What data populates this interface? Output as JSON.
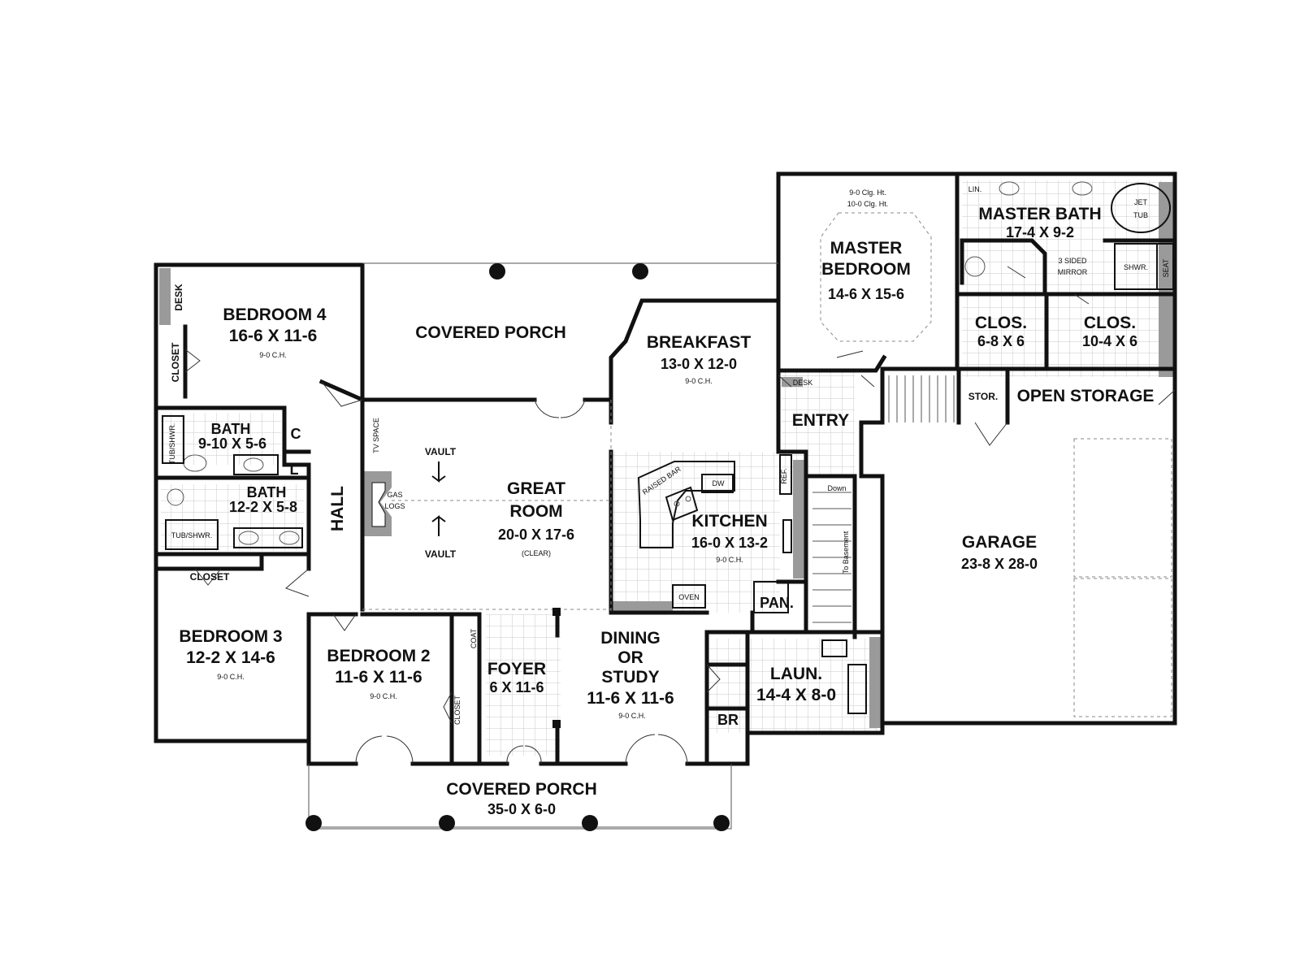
{
  "rooms": {
    "bedroom4": {
      "name": "BEDROOM 4",
      "size": "16-6 X 11-6",
      "note": "9-0 C.H."
    },
    "covered_porch_rear": {
      "name": "COVERED PORCH"
    },
    "breakfast": {
      "name": "BREAKFAST",
      "size": "13-0 X 12-0",
      "note": "9-0 C.H."
    },
    "master_bedroom": {
      "name_line1": "MASTER",
      "name_line2": "BEDROOM",
      "size": "14-6 X 15-6",
      "ceiling1": "9-0 Clg. Ht.",
      "ceiling2": "10-0 Clg. Ht."
    },
    "master_bath": {
      "name": "MASTER BATH",
      "size": "17-4 X 9-2",
      "lin": "LIN.",
      "jet_tub1": "JET",
      "jet_tub2": "TUB",
      "mirror1": "3 SIDED",
      "mirror2": "MIRROR",
      "shwr": "SHWR.",
      "seat": "SEAT"
    },
    "clos1": {
      "name": "CLOS.",
      "size": "6-8 X 6"
    },
    "clos2": {
      "name": "CLOS.",
      "size": "10-4 X 6"
    },
    "bath1": {
      "name": "BATH",
      "size": "9-10 X 5-6",
      "tub": "TUB/SHWR."
    },
    "bath2": {
      "name": "BATH",
      "size": "12-2 X 5-8",
      "tub": "TUB/SHWR."
    },
    "great_room": {
      "name_line1": "GREAT",
      "name_line2": "ROOM",
      "size": "20-0 X 17-6",
      "note": "(CLEAR)",
      "vault_top": "VAULT",
      "vault_bottom": "VAULT",
      "tv": "TV SPACE",
      "gas1": "GAS",
      "gas2": "LOGS"
    },
    "kitchen": {
      "name": "KITCHEN",
      "size": "16-0 X 13-2",
      "note": "9-0 C.H.",
      "raised_bar": "RAISED BAR",
      "dw": "DW",
      "ref": "REF.",
      "oven": "OVEN",
      "pan": "PAN."
    },
    "entry": {
      "name": "ENTRY",
      "desk": "DESK"
    },
    "stor": {
      "name": "STOR."
    },
    "open_storage": {
      "name": "OPEN STORAGE"
    },
    "garage": {
      "name": "GARAGE",
      "size": "23-8 X 28-0"
    },
    "stairs": {
      "down": "Down",
      "basement": "To Basement"
    },
    "hall": {
      "name": "HALL"
    },
    "bedroom3": {
      "name": "BEDROOM 3",
      "size": "12-2 X 14-6",
      "note": "9-0 C.H.",
      "closet": "CLOSET"
    },
    "bedroom2": {
      "name": "BEDROOM 2",
      "size": "11-6 X 11-6",
      "note": "9-0 C.H.",
      "closet": "CLOSET"
    },
    "foyer": {
      "name": "FOYER",
      "size": "6 X 11-6",
      "coat": "COAT"
    },
    "dining": {
      "line1": "DINING",
      "line2": "OR",
      "line3": "STUDY",
      "size": "11-6 X 11-6",
      "note": "9-0 C.H."
    },
    "laundry": {
      "name": "LAUN.",
      "size": "14-4 X 8-0"
    },
    "br": {
      "name": "BR"
    },
    "covered_porch_front": {
      "name": "COVERED PORCH",
      "size": "35-0 X 6-0"
    },
    "bed4_extras": {
      "desk": "DESK",
      "closet": "CLOSET"
    },
    "small": {
      "c": "C",
      "l": "L"
    }
  }
}
